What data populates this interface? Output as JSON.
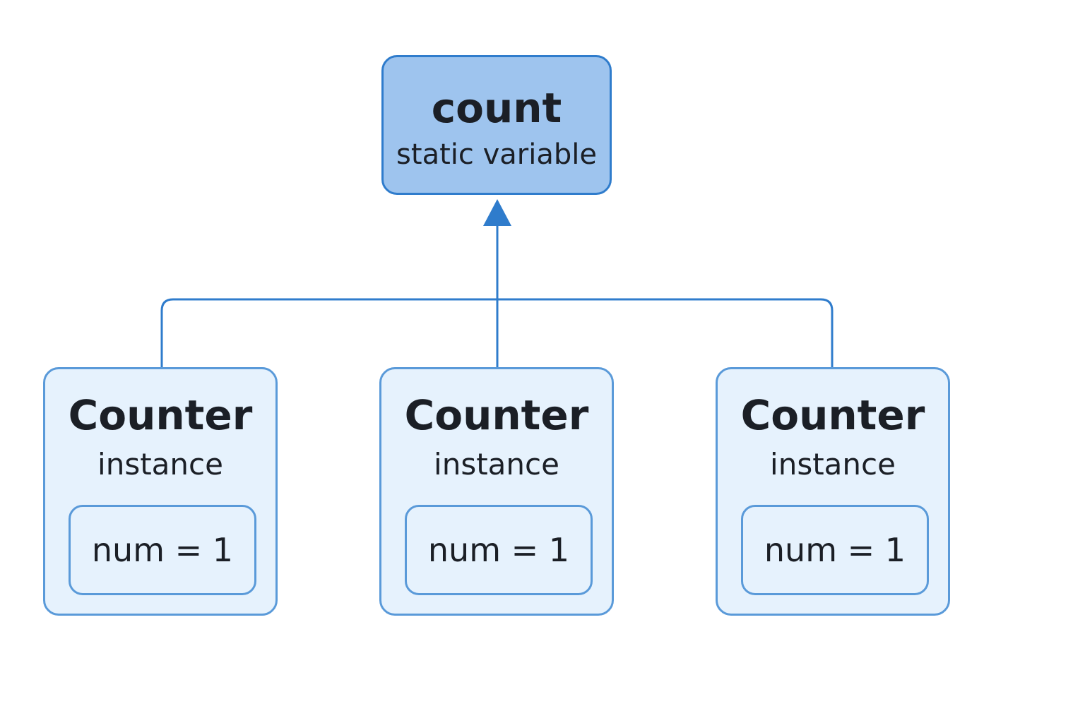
{
  "colors": {
    "static_fill": "#9ec4ee",
    "static_border": "#2f7ccc",
    "instance_fill": "#e6f2fd",
    "instance_border": "#5a9ad9",
    "connector": "#2f7ccc",
    "text": "#1b1f26"
  },
  "static_var": {
    "title": "count",
    "subtitle": "static variable"
  },
  "instances": [
    {
      "title": "Counter",
      "subtitle": "instance",
      "field": "num = 1"
    },
    {
      "title": "Counter",
      "subtitle": "instance",
      "field": "num = 1"
    },
    {
      "title": "Counter",
      "subtitle": "instance",
      "field": "num = 1"
    }
  ]
}
